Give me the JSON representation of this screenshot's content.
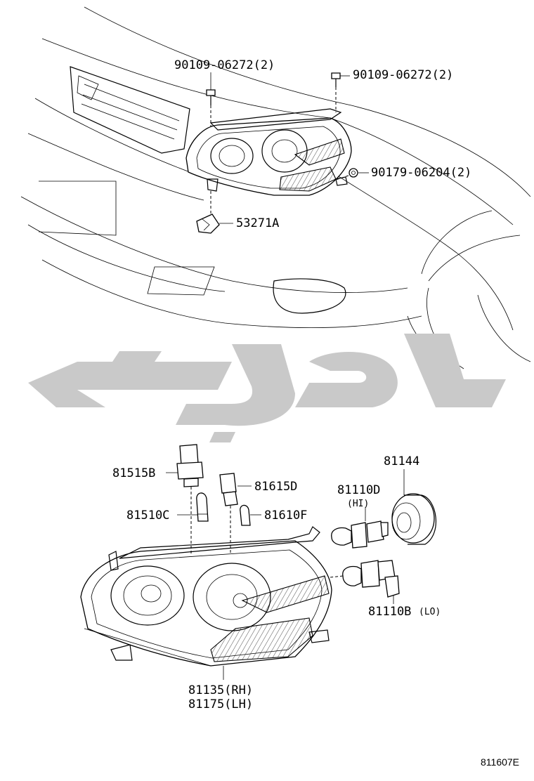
{
  "watermark": {
    "text": "ﺗﻮﯾﺎﺭﯼ",
    "color": "#c8c8c8"
  },
  "callouts": {
    "bolt_left": "90109-06272(2)",
    "bolt_right": "90109-06272(2)",
    "nut": "90179-06204(2)",
    "clip": "53271A",
    "socket_b": "81515B",
    "bulb_c": "81510C",
    "socket_d": "81615D",
    "bulb_f": "81610F",
    "bulb_hi_part": "81110D",
    "bulb_hi_tag": "(HI)",
    "cover": "81144",
    "bulb_lo_part": "81110B",
    "bulb_lo_tag": "(LO)",
    "unit_rh": "81135(RH)",
    "unit_lh": "81175(LH)"
  },
  "figure_code": "811607E"
}
